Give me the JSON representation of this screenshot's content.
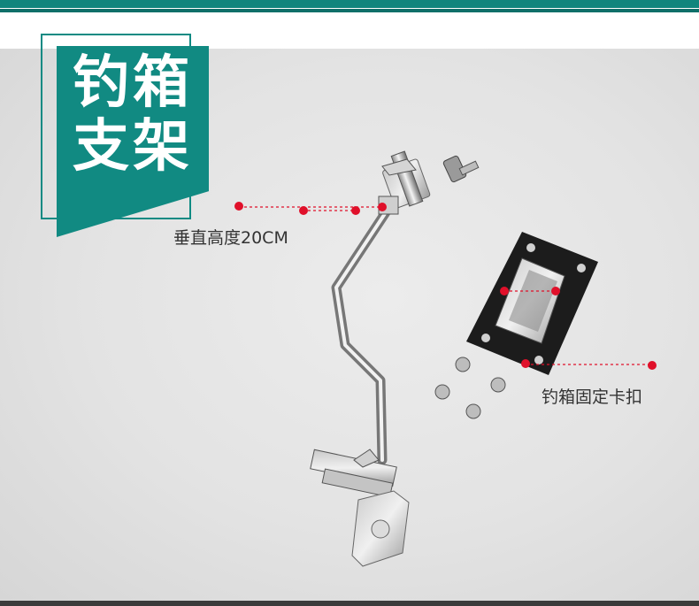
{
  "badge": {
    "line1": "钓箱",
    "line2": "支架"
  },
  "callouts": [
    {
      "text": "垂直高度20CM",
      "name": "vertical-height-label"
    },
    {
      "text": "钓箱固定卡扣",
      "name": "box-fixing-clip-label"
    }
  ],
  "colors": {
    "accent": "#118a82",
    "marker": "#e0102a",
    "background": "#e4e4e4"
  }
}
